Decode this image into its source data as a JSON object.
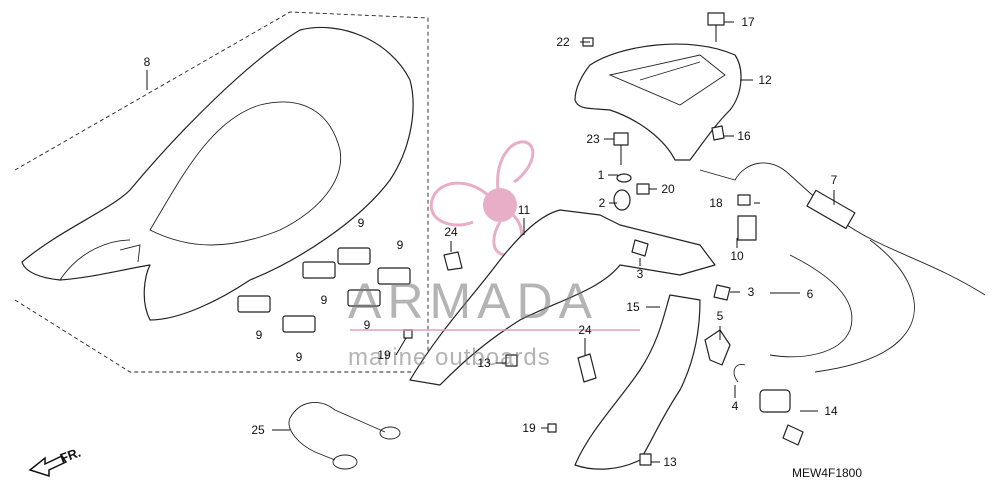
{
  "diagram": {
    "code": "MEW4F1800",
    "direction": "FR.",
    "watermark": {
      "brand": "ARMADA",
      "tagline": "marine outboards",
      "accent": "#e39abb"
    },
    "callouts": [
      {
        "id": "c8",
        "text": "8"
      },
      {
        "id": "c9a",
        "text": "9"
      },
      {
        "id": "c9b",
        "text": "9"
      },
      {
        "id": "c9c",
        "text": "9"
      },
      {
        "id": "c9d",
        "text": "9"
      },
      {
        "id": "c9e",
        "text": "9"
      },
      {
        "id": "c9f",
        "text": "9"
      },
      {
        "id": "c19a",
        "text": "19"
      },
      {
        "id": "c25",
        "text": "25"
      },
      {
        "id": "c22",
        "text": "22"
      },
      {
        "id": "c17",
        "text": "17"
      },
      {
        "id": "c12",
        "text": "12"
      },
      {
        "id": "c23",
        "text": "23"
      },
      {
        "id": "c16",
        "text": "16"
      },
      {
        "id": "c1",
        "text": "1"
      },
      {
        "id": "c20",
        "text": "20"
      },
      {
        "id": "c2",
        "text": "2"
      },
      {
        "id": "c11",
        "text": "11"
      },
      {
        "id": "c24a",
        "text": "24"
      },
      {
        "id": "c3a",
        "text": "3"
      },
      {
        "id": "c3b",
        "text": "3"
      },
      {
        "id": "c18",
        "text": "18"
      },
      {
        "id": "c7",
        "text": "7"
      },
      {
        "id": "c10",
        "text": "10"
      },
      {
        "id": "c6",
        "text": "6"
      },
      {
        "id": "c15",
        "text": "15"
      },
      {
        "id": "c5",
        "text": "5"
      },
      {
        "id": "c24b",
        "text": "24"
      },
      {
        "id": "c13a",
        "text": "13"
      },
      {
        "id": "c4",
        "text": "4"
      },
      {
        "id": "c14",
        "text": "14"
      },
      {
        "id": "c19b",
        "text": "19"
      },
      {
        "id": "c13b",
        "text": "13"
      }
    ]
  }
}
